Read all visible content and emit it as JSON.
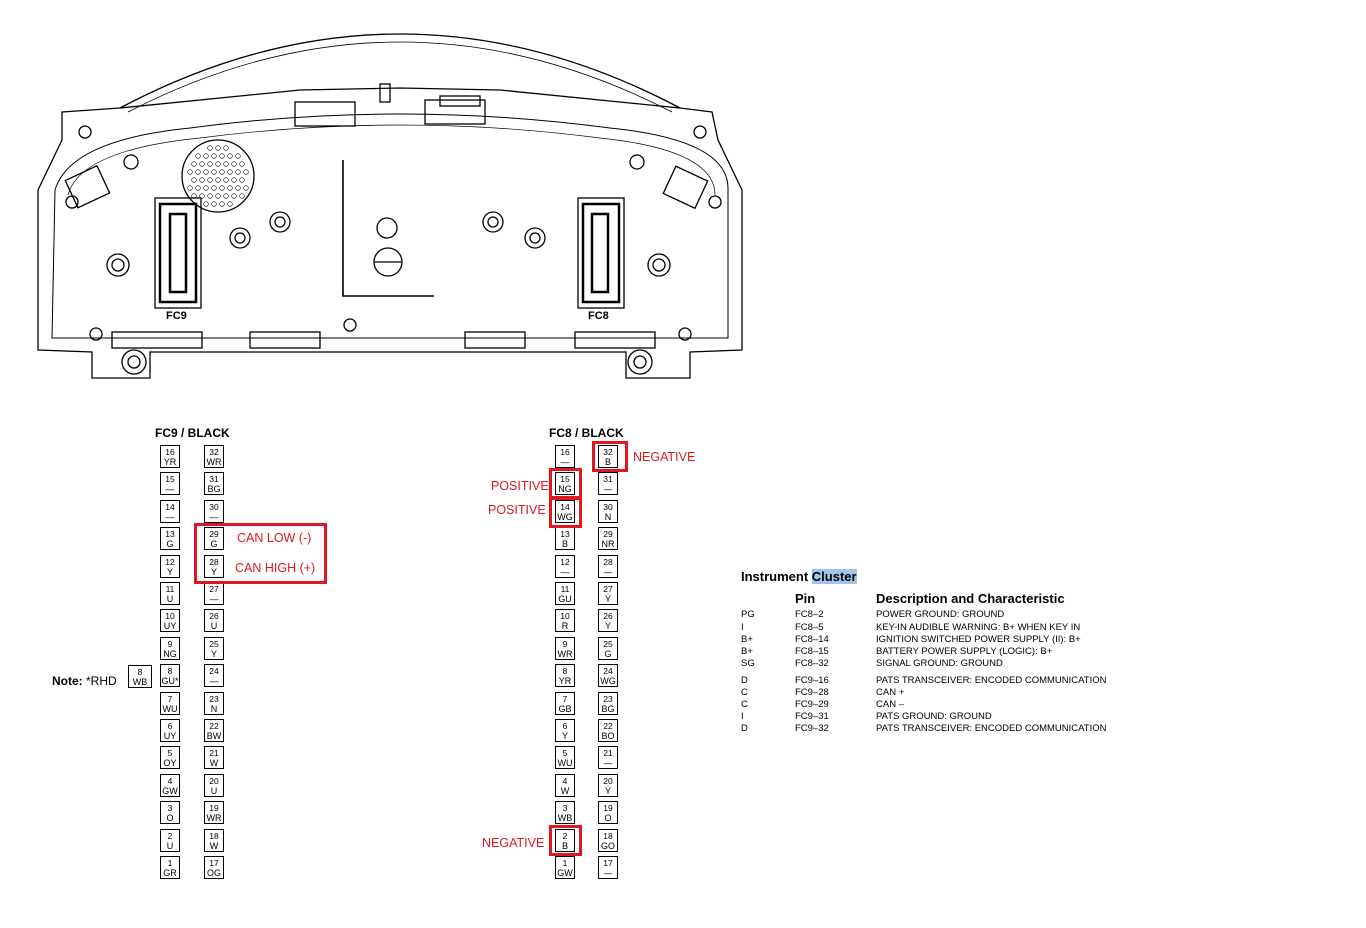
{
  "cluster": {
    "left_connector_label": "FC9",
    "right_connector_label": "FC8"
  },
  "fc9": {
    "title": "FC9 / BLACK",
    "left_column": [
      {
        "num": "16",
        "color": "YR"
      },
      {
        "num": "15",
        "color": "—"
      },
      {
        "num": "14",
        "color": "—"
      },
      {
        "num": "13",
        "color": "G"
      },
      {
        "num": "12",
        "color": "Y"
      },
      {
        "num": "11",
        "color": "U"
      },
      {
        "num": "10",
        "color": "UY"
      },
      {
        "num": "9",
        "color": "NG"
      },
      {
        "num": "8",
        "color": "GU*"
      },
      {
        "num": "7",
        "color": "WU"
      },
      {
        "num": "6",
        "color": "UY"
      },
      {
        "num": "5",
        "color": "OY"
      },
      {
        "num": "4",
        "color": "GW"
      },
      {
        "num": "3",
        "color": "O"
      },
      {
        "num": "2",
        "color": "U"
      },
      {
        "num": "1",
        "color": "GR"
      }
    ],
    "right_column": [
      {
        "num": "32",
        "color": "WR"
      },
      {
        "num": "31",
        "color": "BG"
      },
      {
        "num": "30",
        "color": "—"
      },
      {
        "num": "29",
        "color": "G"
      },
      {
        "num": "28",
        "color": "Y"
      },
      {
        "num": "27",
        "color": "—"
      },
      {
        "num": "26",
        "color": "U"
      },
      {
        "num": "25",
        "color": "Y"
      },
      {
        "num": "24",
        "color": "—"
      },
      {
        "num": "23",
        "color": "N"
      },
      {
        "num": "22",
        "color": "BW"
      },
      {
        "num": "21",
        "color": "W"
      },
      {
        "num": "20",
        "color": "U"
      },
      {
        "num": "19",
        "color": "WR"
      },
      {
        "num": "18",
        "color": "W"
      },
      {
        "num": "17",
        "color": "OG"
      }
    ],
    "note_prefix": "Note:",
    "note_text": "*RHD",
    "note_pin": {
      "num": "8",
      "color": "WB"
    },
    "annotations": {
      "can_low": "CAN LOW (-)",
      "can_high": "CAN HIGH (+)"
    }
  },
  "fc8": {
    "title": "FC8 / BLACK",
    "left_column": [
      {
        "num": "16",
        "color": "—"
      },
      {
        "num": "15",
        "color": "NG"
      },
      {
        "num": "14",
        "color": "WG"
      },
      {
        "num": "13",
        "color": "B"
      },
      {
        "num": "12",
        "color": "—"
      },
      {
        "num": "11",
        "color": "GU"
      },
      {
        "num": "10",
        "color": "R"
      },
      {
        "num": "9",
        "color": "WR"
      },
      {
        "num": "8",
        "color": "YR"
      },
      {
        "num": "7",
        "color": "GB"
      },
      {
        "num": "6",
        "color": "Y"
      },
      {
        "num": "5",
        "color": "WU"
      },
      {
        "num": "4",
        "color": "W"
      },
      {
        "num": "3",
        "color": "WB"
      },
      {
        "num": "2",
        "color": "B"
      },
      {
        "num": "1",
        "color": "GW"
      }
    ],
    "right_column": [
      {
        "num": "32",
        "color": "B"
      },
      {
        "num": "31",
        "color": "—"
      },
      {
        "num": "30",
        "color": "N"
      },
      {
        "num": "29",
        "color": "NR"
      },
      {
        "num": "28",
        "color": "—"
      },
      {
        "num": "27",
        "color": "Y"
      },
      {
        "num": "26",
        "color": "Y"
      },
      {
        "num": "25",
        "color": "G"
      },
      {
        "num": "24",
        "color": "WG"
      },
      {
        "num": "23",
        "color": "BG"
      },
      {
        "num": "22",
        "color": "BO"
      },
      {
        "num": "21",
        "color": "—"
      },
      {
        "num": "20",
        "color": "Y"
      },
      {
        "num": "19",
        "color": "O"
      },
      {
        "num": "18",
        "color": "GO"
      },
      {
        "num": "17",
        "color": "—"
      }
    ],
    "annotations": {
      "negative_top": "NEGATIVE",
      "positive_15": "POSITIVE",
      "positive_14": "POSITIVE",
      "negative_bottom": "NEGATIVE"
    }
  },
  "instrument_cluster": {
    "title_prefix": "Instrument ",
    "title_highlight": "Cluster",
    "header_pin": "Pin",
    "header_desc": "Description and Characteristic",
    "rows": [
      {
        "code": "PG",
        "pin": "FC8–2",
        "desc": "POWER GROUND: GROUND"
      },
      {
        "code": "I",
        "pin": "FC8–5",
        "desc": "KEY-IN AUDIBLE WARNING: B+ WHEN KEY IN"
      },
      {
        "code": "B+",
        "pin": "FC8–14",
        "desc": "IGNITION SWITCHED POWER SUPPLY (II): B+"
      },
      {
        "code": "B+",
        "pin": "FC8–15",
        "desc": "BATTERY POWER SUPPLY (LOGIC): B+"
      },
      {
        "code": "SG",
        "pin": "FC8–32",
        "desc": "SIGNAL GROUND: GROUND"
      },
      {
        "code": "D",
        "pin": "FC9–16",
        "desc": "PATS TRANSCEIVER: ENCODED COMMUNICATION"
      },
      {
        "code": "C",
        "pin": "FC9–28",
        "desc": "CAN +"
      },
      {
        "code": "C",
        "pin": "FC9–29",
        "desc": "CAN –"
      },
      {
        "code": "I",
        "pin": "FC9–31",
        "desc": "PATS GROUND: GROUND"
      },
      {
        "code": "D",
        "pin": "FC9–32",
        "desc": "PATS TRANSCEIVER: ENCODED COMMUNICATION"
      }
    ]
  },
  "colors": {
    "annotation_red": "#e0171f",
    "highlight_blue": "#9fc5e8"
  }
}
